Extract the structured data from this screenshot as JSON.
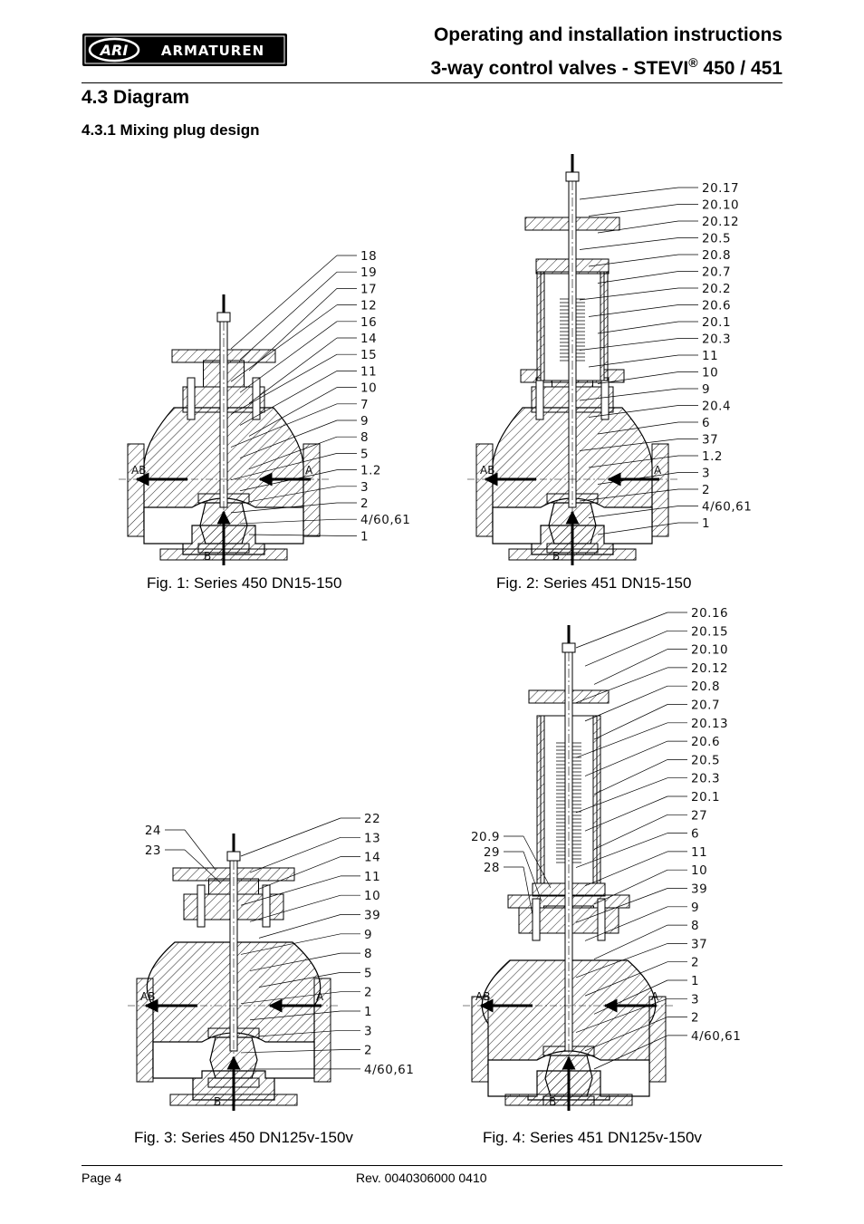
{
  "header": {
    "logo_mark": "ARI",
    "logo_text": "ARMATUREN",
    "title_line1": "Operating and installation instructions",
    "title_line2_prefix": "3-way control valves - STEVI",
    "title_line2_sup": "®",
    "title_line2_suffix": " 450 / 451"
  },
  "section": {
    "heading": "4.3  Diagram",
    "subheading": "4.3.1  Mixing plug design"
  },
  "figures": [
    {
      "caption": "Fig. 1: Series 450 DN15-150",
      "right_labels": [
        "18",
        "19",
        "17",
        "12",
        "16",
        "14",
        "15",
        "11",
        "10",
        "7",
        "9",
        "8",
        "5",
        "1.2",
        "3",
        "2",
        "4/60,61",
        "1"
      ],
      "left_labels": [],
      "flow": [
        "AB",
        "A",
        "B"
      ]
    },
    {
      "caption": "Fig. 2: Series 451 DN15-150",
      "right_labels": [
        "20.17",
        "20.10",
        "20.12",
        "20.5",
        "20.8",
        "20.7",
        "20.2",
        "20.6",
        "20.1",
        "20.3",
        "11",
        "10",
        "9",
        "20.4",
        "6",
        "37",
        "1.2",
        "3",
        "2",
        "4/60,61",
        "1"
      ],
      "left_labels": [],
      "flow": [
        "AB",
        "A",
        "B"
      ]
    },
    {
      "caption": "Fig. 3: Series 450 DN125v-150v",
      "right_labels": [
        "22",
        "13",
        "14",
        "11",
        "10",
        "39",
        "9",
        "8",
        "5",
        "2",
        "1",
        "3",
        "2",
        "4/60,61"
      ],
      "left_labels": [
        "24",
        "23"
      ],
      "flow": [
        "AB",
        "A",
        "B"
      ]
    },
    {
      "caption": "Fig. 4: Series 451 DN125v-150v",
      "right_labels": [
        "20.16",
        "20.15",
        "20.10",
        "20.12",
        "20.8",
        "20.7",
        "20.13",
        "20.6",
        "20.5",
        "20.3",
        "20.1",
        "27",
        "6",
        "11",
        "10",
        "39",
        "9",
        "8",
        "37",
        "2",
        "1",
        "3",
        "2",
        "4/60,61"
      ],
      "left_labels": [
        "20.9",
        "29",
        "28"
      ],
      "flow": [
        "AB",
        "A",
        "B"
      ]
    }
  ],
  "footer": {
    "page": "Page 4",
    "rev": "Rev. 0040306000 0410"
  }
}
